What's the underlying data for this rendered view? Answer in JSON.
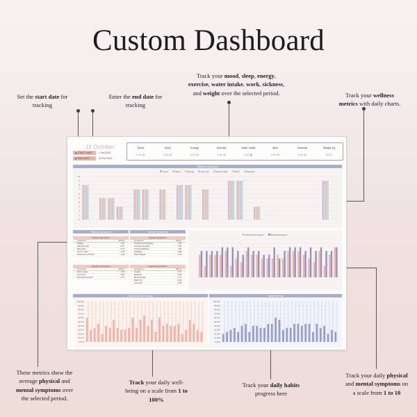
{
  "title": "Custom Dashboard",
  "annotations": {
    "start_date": [
      "Set the ",
      "start date",
      " for",
      "tracking"
    ],
    "end_date": [
      "Enter the ",
      "end date",
      " for",
      "tracking"
    ],
    "track_metrics": {
      "l1a": "Track your ",
      "l1b": "mood",
      "l1c": ", ",
      "l1d": "sleep",
      "l1e": ", ",
      "l1f": "energy",
      "l1g": ",",
      "l2a": "exercise",
      "l2b": ", ",
      "l2c": "water intake",
      "l2d": ", ",
      "l2e": "work",
      "l2f": ", ",
      "l2g": "sickness",
      "l2h": ",",
      "l3a": "and ",
      "l3b": "weight",
      "l3c": " over the selected period."
    },
    "wellness": {
      "a": "Track your ",
      "b": "wellness",
      "c": "metrics",
      "d": " with daily charts."
    },
    "avg_symptoms": {
      "a": "These metrics show the",
      "b": "average ",
      "c": "physical",
      "d": " and",
      "e": "mental symptoms",
      "f": " over",
      "g": "the selected period."
    },
    "wellbeing": {
      "a": "Track",
      "b": " your daily well-",
      "c": "being on a scale from ",
      "d": "1 to",
      "e": "100%"
    },
    "habits": {
      "a": "Track your ",
      "b": "daily habits",
      "c": "progress here"
    },
    "symptoms_scale": {
      "a": "Track your daily ",
      "b": "physical",
      "c": "and ",
      "d": "mental symptoms",
      "e": " on",
      "f": "a scale from ",
      "g": "1 to 10"
    }
  },
  "dashboard": {
    "date": "11 October",
    "start_label": "START DATE",
    "start_value": "1 Feb 2023",
    "end_label": "END DATE",
    "end_value": "28 Feb 2023",
    "metrics": [
      {
        "name": "Mood",
        "value": "6.80",
        "emoji": "😀"
      },
      {
        "name": "Sleep",
        "value": "6.80",
        "emoji": "😀"
      },
      {
        "name": "Energy",
        "value": "6.80",
        "emoji": "😀"
      },
      {
        "name": "Exercise",
        "value": "6.80",
        "emoji": "😀"
      },
      {
        "name": "Water Intake",
        "value": "2.08",
        "emoji": "💧"
      },
      {
        "name": "Work",
        "value": "6.80",
        "emoji": "😀"
      },
      {
        "name": "Sickness",
        "value": "6.80",
        "emoji": "😀"
      },
      {
        "name": "Weight, Kg",
        "value": "59.63",
        "emoji": ""
      }
    ],
    "wellness_title": "Wellness Overview",
    "wellness_legend": [
      "Mood",
      "Sleep",
      "Energy",
      "Exercise",
      "Water Intake",
      "Work",
      "Sickness"
    ],
    "legend_colors": [
      "#b3b8d6",
      "#f1b9b0",
      "#f3d2a8",
      "#c9c3e0",
      "#a9d0e8",
      "#e8c2cf",
      "#c9d9b8"
    ],
    "wellness_values": [
      8,
      0,
      5,
      5,
      3,
      0,
      7,
      7,
      0,
      7,
      0,
      8,
      8,
      0,
      7,
      0,
      0,
      9,
      9,
      0,
      3,
      0,
      0,
      0,
      0,
      0,
      0,
      0,
      9,
      0
    ],
    "wellness_ylabels": [
      "10",
      "9",
      "8",
      "7",
      "6",
      "5",
      "4",
      "3",
      "2",
      "1",
      "0"
    ],
    "physical_title": "Physical Symptoms",
    "mental_title": "Mental Symptoms",
    "positive_label": "Positive Symptoms",
    "negative_label": "Negative Symptoms",
    "col_symptoms": "Symptoms",
    "col_rating": "Rating",
    "physical_positive": [
      [
        "Fatigue",
        "7.00"
      ],
      [
        "Stomach pain",
        "4.67"
      ],
      [
        "Back pain",
        "3.44"
      ],
      [
        "Fever / chills",
        "3.44"
      ],
      [
        "Shortness of breath",
        "4.26"
      ]
    ],
    "physical_negative": [
      [
        "Runny nose",
        "4.50"
      ],
      [
        "Joint pain",
        "3.81"
      ],
      [
        "Menstrual cramps",
        "5.17"
      ]
    ],
    "mental_positive": [
      [
        "Trouble concentrating",
        "7.00"
      ],
      [
        "Intrusive thoughts",
        "7.00"
      ],
      [
        "Social withdrawal",
        "7.00"
      ],
      [
        "Irritability",
        "4.89"
      ],
      [
        "Panic attacks",
        "4.44"
      ]
    ],
    "mental_negative": [
      [
        "Anxiety",
        "5.37"
      ],
      [
        "Sadness",
        "5.00"
      ],
      [
        "Mood swings",
        "5.71"
      ],
      [
        "Brain fog",
        "5.29"
      ],
      [
        "Insomnia",
        "4.98"
      ]
    ],
    "sym_chart_legend": [
      "Physical Symptoms",
      "Mental Symptoms"
    ],
    "sym_physical": [
      6,
      3,
      6,
      6,
      6,
      7,
      3,
      5,
      4,
      7,
      6,
      6,
      5,
      5,
      5,
      6,
      5,
      7,
      7,
      7,
      6,
      5,
      4,
      7,
      3,
      6,
      8
    ],
    "sym_mental": [
      7,
      7,
      7,
      7,
      8,
      8,
      8,
      7,
      6,
      8,
      7,
      7,
      6,
      6,
      8,
      5,
      7,
      8,
      8,
      8,
      7,
      8,
      7,
      8,
      7,
      7,
      8
    ],
    "selfcare_title": "Daily Self-Care Tracker",
    "habits_title": "Habits by Day",
    "pct_labels": [
      "100.00%",
      "90.00%",
      "80.00%",
      "70.00%",
      "60.00%",
      "50.00%",
      "40.00%",
      "30.00%",
      "20.00%",
      "10.00%",
      "0.00%"
    ],
    "selfcare_values": [
      60,
      30,
      35,
      45,
      20,
      40,
      35,
      55,
      35,
      30,
      30,
      35,
      60,
      35,
      55,
      65,
      40,
      55,
      25,
      60,
      40,
      45,
      40,
      40,
      45,
      20,
      30,
      55,
      45,
      30,
      25
    ],
    "habits_values": [
      20,
      25,
      30,
      35,
      25,
      40,
      45,
      25,
      40,
      40,
      35,
      35,
      45,
      45,
      60,
      55,
      30,
      35,
      35,
      45,
      45,
      40,
      45,
      45,
      25,
      45,
      35,
      40,
      20,
      30,
      25
    ]
  }
}
